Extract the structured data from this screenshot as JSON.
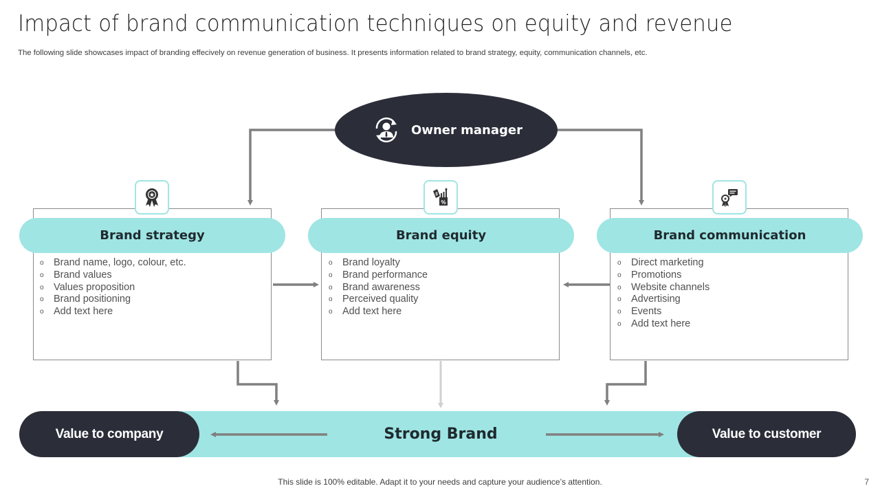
{
  "slide": {
    "title": "Impact of brand communication  techniques on equity and revenue",
    "subtitle": "The following slide showcases impact of branding effecively on revenue generation of business. It presents information related to brand strategy, equity,  communication channels, etc.",
    "footer": "This slide is 100% editable. Adapt it to your needs and capture your audience’s attention.",
    "page_number": "7"
  },
  "colors": {
    "dark": "#2b2e39",
    "accent": "#9fe5e4",
    "connector": "#808080",
    "connector_light": "#d0d0d0"
  },
  "owner": {
    "label": "Owner manager",
    "icon": "manager-rotation-icon"
  },
  "cards": [
    {
      "title": "Brand strategy",
      "icon": "award-ribbon-icon",
      "bullet_glyph": "o",
      "items": [
        "Brand name, logo, colour, etc.",
        "Brand values",
        "Values proposition",
        "Brand positioning",
        "Add text here"
      ]
    },
    {
      "title": "Brand equity",
      "icon": "price-growth-icon",
      "bullet_glyph": "o",
      "items": [
        "Brand loyalty",
        "Brand performance",
        "Brand awareness",
        "Perceived quality",
        "Add text here"
      ]
    },
    {
      "title": "Brand communication",
      "icon": "award-message-icon",
      "bullet_glyph": "o",
      "items": [
        "Direct marketing",
        "Promotions",
        "Website channels",
        "Advertising",
        "Events",
        "Add text here"
      ]
    }
  ],
  "bottom": {
    "center_label": "Strong Brand",
    "left_label": "Value to company",
    "right_label": "Value to customer"
  }
}
